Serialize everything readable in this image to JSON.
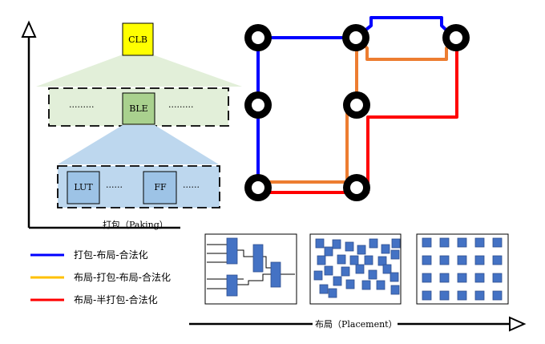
{
  "hierarchy": {
    "clb_label": "CLB",
    "ble_label": "BLE",
    "lut_label": "LUT",
    "ff_label": "FF",
    "ellipsis": "·········",
    "ellipsis_short": "······",
    "packing_axis_label": "打包（Paking）",
    "colors": {
      "clb_fill": "#ffff00",
      "ble_fill": "#a9d18e",
      "lut_ff_fill": "#9dc3e6",
      "top_trapezoid": "#e2efd9",
      "bottom_trapezoid": "#bdd7ee"
    }
  },
  "flow_graph": {
    "nodes": [
      "n1",
      "n2",
      "n3",
      "n4",
      "n5",
      "n6",
      "n7"
    ],
    "colors": {
      "blue": "#0000ff",
      "orange": "#ed7d31",
      "red": "#ff0000"
    }
  },
  "legend": [
    {
      "label": "打包-布局-合法化",
      "color": "#0000ff"
    },
    {
      "label": "布局-打包-布局-合法化",
      "color": "#ffc000"
    },
    {
      "label": "布局-半打包-合法化",
      "color": "#ff0000"
    }
  ],
  "placement": {
    "axis_label": "布局（Placement）",
    "block_color": "#4472c4",
    "panels": [
      "netlist",
      "scattered",
      "legalized"
    ]
  }
}
